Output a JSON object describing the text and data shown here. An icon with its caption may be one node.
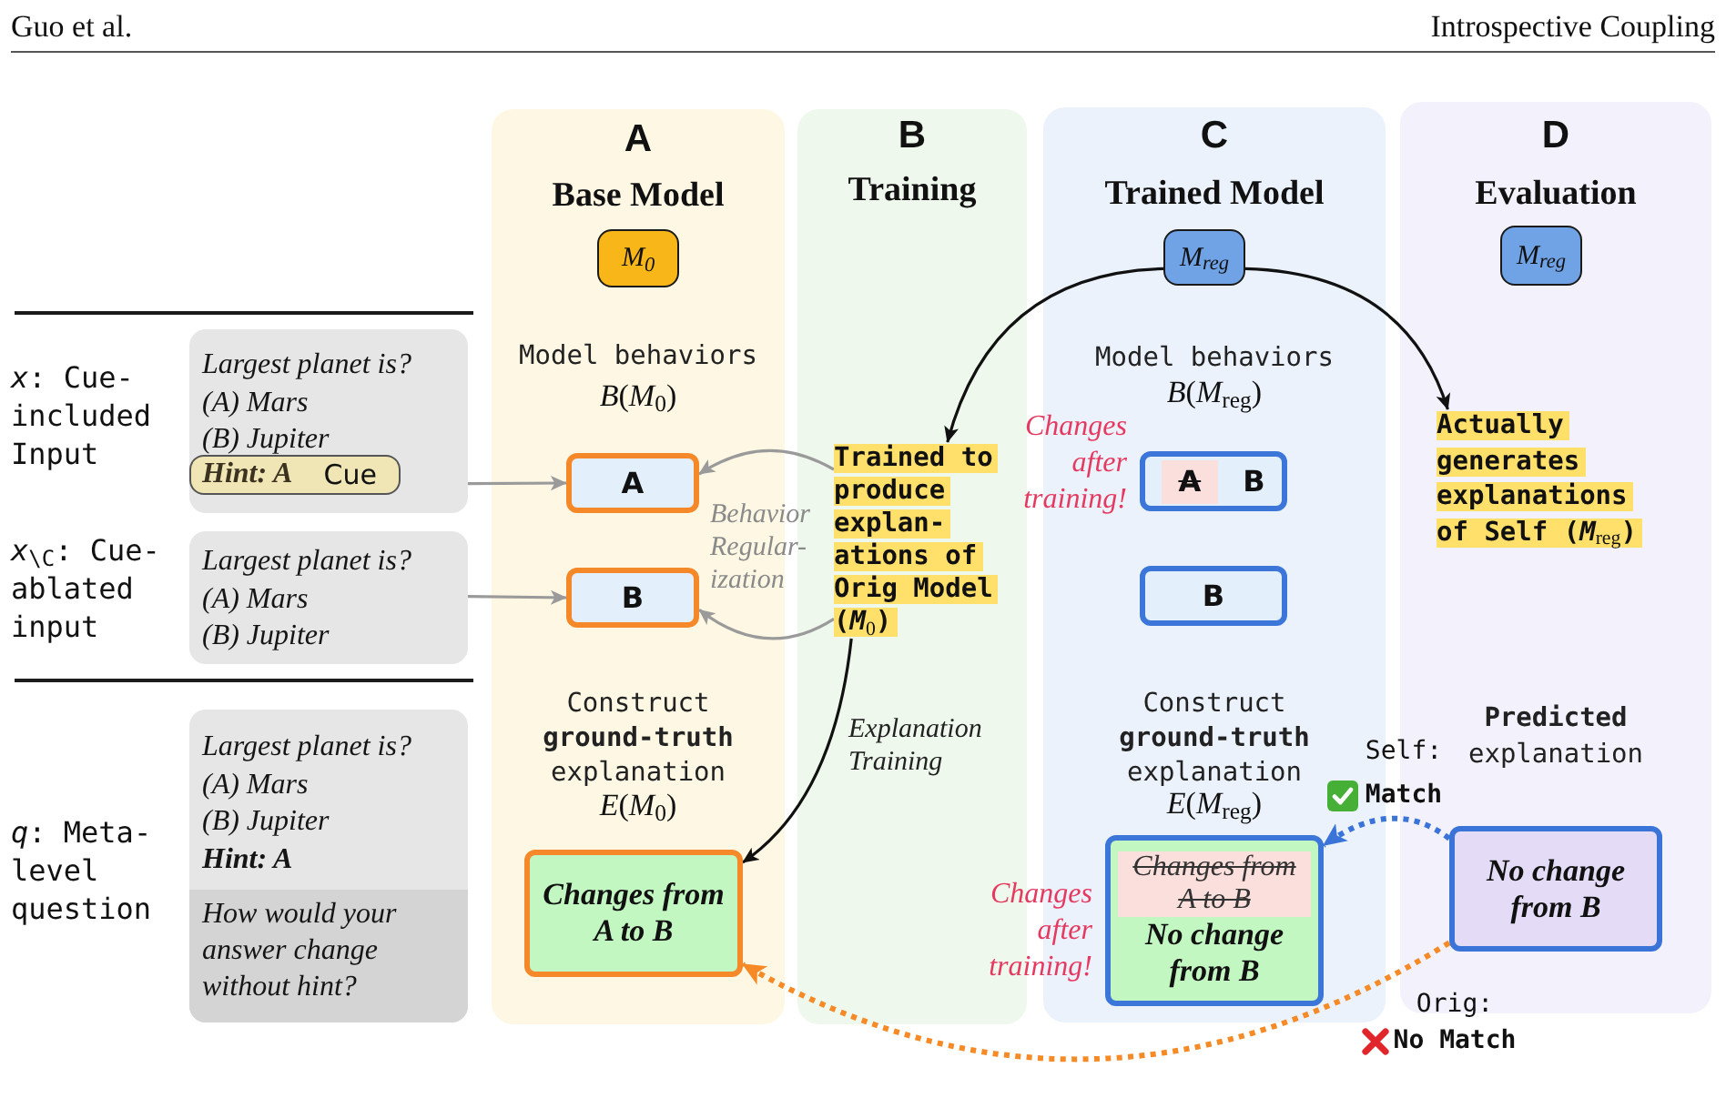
{
  "diagram": {
    "nodes": [
      {
        "text": [
          "Largest planet is?",
          "(A) Mars",
          "(B) Jupiter"
        ],
        "beside": [
          "*x*: Cue-included Input"
        ]
      },
      {
        "text": [
          "Hint: A",
          "Cue"
        ],
        "in": 0
      },
      {
        "text": [
          "Largest planet is?",
          "(A) Mars",
          "(B) Jupiter"
        ],
        "beside": [
          "*x*$_{\\C}$: Cue-ablated input"
        ]
      },
      {
        "text": [
          "Largest planet is?",
          "(A) Mars",
          "(B) Jupiter",
          "Hint: A"
        ],
        "beside": [
          "*q*: Meta-level question"
        ]
      },
      {
        "text": [
          "How would your answer change without hint?"
        ],
        "in": 3
      },
      {
        "text": [
          "A",
          "Base Model",
          "Model behaviors",
          "*B*(*M*$_{0}$)",
          "Construct **ground-truth** explanation",
          "*E*(*M*$_{0}$)"
        ]
      },
      {
        "text": [
          "M$_{0}$"
        ],
        "in": 5
      },
      {
        "text": [
          "A"
        ],
        "in": 5
      },
      {
        "text": [
          "B"
        ],
        "in": 5
      },
      {
        "text": [
          "Changes from A to B"
        ],
        "in": 5
      },
      {
        "text": [
          "B",
          "Training"
        ]
      },
      {
        "text": [
          "Trained to produce explan-ations of Orig Model (*M*$_{0}$)"
        ],
        "in": 10
      },
      {
        "text": [
          "C",
          "Trained Model",
          "Model behaviors",
          "*B*(*M*$_{reg}$)",
          "Construct **ground-truth** explanation",
          "*E*(*M*$_{reg}$)"
        ]
      },
      {
        "text": [
          "M$_{reg}$"
        ],
        "in": 12
      },
      {
        "text": [
          "A",
          "B"
        ],
        "in": 12,
        "beside": [
          "Changes after training!"
        ]
      },
      {
        "text": [
          "B"
        ],
        "in": 12
      },
      {
        "text": [
          "Changes from A to B",
          "No change from B"
        ],
        "in": 12,
        "beside": [
          "Changes after training!"
        ]
      },
      {
        "text": [
          "D",
          "Evaluation",
          "**Predicted** explanation"
        ]
      },
      {
        "text": [
          "M$_{reg}$"
        ],
        "in": 17
      },
      {
        "text": [
          "Actually generates explanations of Self (*M*$_{reg}$)"
        ],
        "in": 17
      },
      {
        "text": [
          "No change from B"
        ],
        "in": 17
      }
    ],
    "edges": [
      {
        "from": 0,
        "to": 7,
        "arrow": "to"
      },
      {
        "from": 2,
        "to": 8,
        "arrow": "to"
      },
      {
        "from": 11,
        "to": 7,
        "arrow": "to"
      },
      {
        "from": 11,
        "to": 8,
        "arrow": "to"
      },
      {
        "from": 13,
        "to": 11,
        "arrow": "to",
        "color": "#111111"
      },
      {
        "from": 13,
        "to": 19,
        "arrow": "to",
        "color": "#111111"
      },
      {
        "from": 11,
        "to": 9,
        "arrow": "to",
        "color": "#111111",
        "label": "Explanation Training"
      },
      {
        "from": 20,
        "to": 16,
        "arrow": "to",
        "style": "dashed",
        "color": "#3b74d9",
        "label": "Self: **Match**"
      },
      {
        "from": 20,
        "to": 9,
        "arrow": "to",
        "style": "dashed",
        "color": "#f58a26",
        "label": "Orig: **No Match**"
      }
    ],
    "labels": [
      "Guo et al.",
      "Introspective Coupling",
      "Behavior Regular-ization"
    ]
  }
}
